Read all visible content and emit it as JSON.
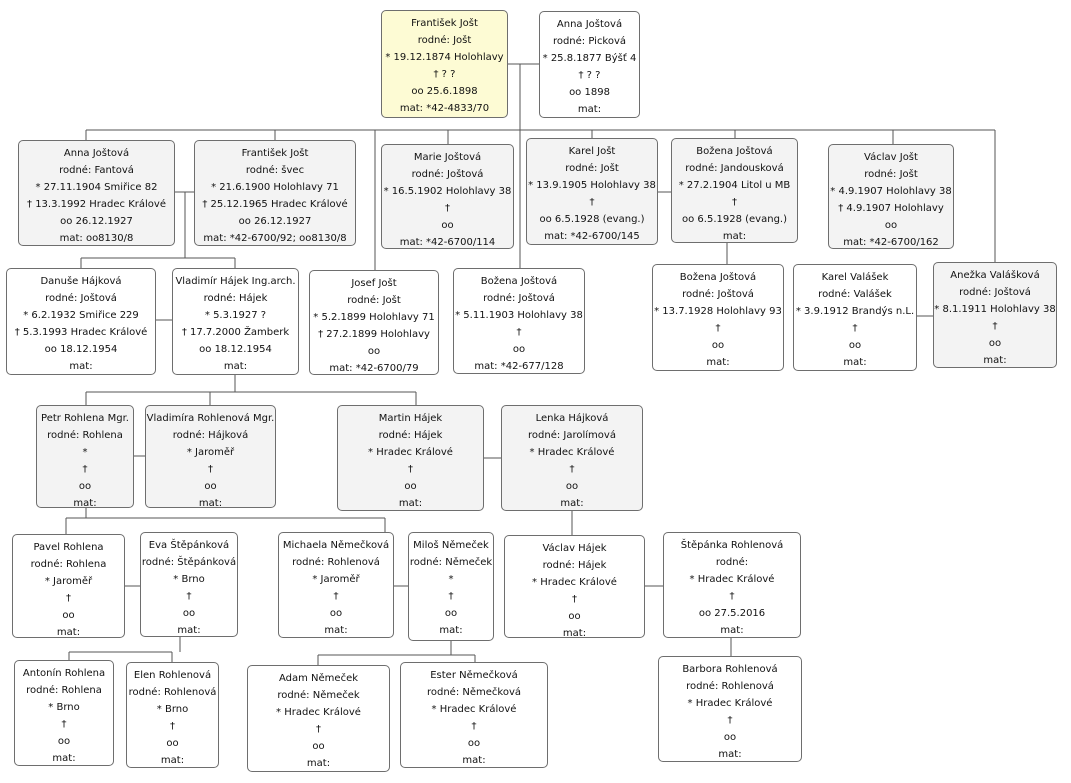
{
  "persons": [
    {
      "id": "frantisek-jost-1874",
      "bg": "yellow",
      "lines": [
        "František Jošt",
        "rodné: Jošt",
        "* 19.12.1874 Holohlavy",
        "† ? ?",
        "oo 25.6.1898",
        "mat: *42-4833/70"
      ]
    },
    {
      "id": "anna-jostova-1877",
      "bg": "white",
      "lines": [
        "Anna Joštová",
        "rodné: Picková",
        "* 25.8.1877 Býšť 4",
        "† ? ?",
        "oo 1898",
        "mat:"
      ]
    },
    {
      "id": "anna-jostova-1904",
      "bg": "gray",
      "lines": [
        "Anna Joštová",
        "rodné: Fantová",
        "* 27.11.1904 Smiřice 82",
        "† 13.3.1992 Hradec Králové",
        "oo 26.12.1927",
        "mat: oo8130/8"
      ]
    },
    {
      "id": "frantisek-jost-1900",
      "bg": "gray",
      "lines": [
        "František Jošt",
        "rodné: švec",
        "* 21.6.1900 Holohlavy 71",
        "† 25.12.1965 Hradec Králové",
        "oo 26.12.1927",
        "mat: *42-6700/92; oo8130/8"
      ]
    },
    {
      "id": "marie-jostova-1902",
      "bg": "gray",
      "lines": [
        "Marie Joštová",
        "rodné: Joštová",
        "* 16.5.1902 Holohlavy 38",
        "†",
        "oo",
        "mat: *42-6700/114"
      ]
    },
    {
      "id": "karel-jost-1905",
      "bg": "gray",
      "lines": [
        "Karel Jošt",
        "rodné: Jošt",
        "* 13.9.1905 Holohlavy 38",
        "†",
        "oo 6.5.1928 (evang.)",
        "mat: *42-6700/145"
      ]
    },
    {
      "id": "bozena-jostova-1904",
      "bg": "gray",
      "lines": [
        "Božena Joštová",
        "rodné: Jandousková",
        "* 27.2.1904 Litol u MB",
        "†",
        "oo 6.5.1928 (evang.)",
        "mat:"
      ]
    },
    {
      "id": "vaclav-jost-1907",
      "bg": "gray",
      "lines": [
        "Václav Jošt",
        "rodné: Jošt",
        "* 4.9.1907 Holohlavy 38",
        "† 4.9.1907 Holohlavy",
        "oo",
        "mat: *42-6700/162"
      ]
    },
    {
      "id": "danuse-hajkova-1932",
      "bg": "white",
      "lines": [
        "Danuše Hájková",
        "rodné: Joštová",
        "* 6.2.1932 Smiřice  229",
        "† 5.3.1993 Hradec Králové",
        "oo 18.12.1954",
        "mat:"
      ]
    },
    {
      "id": "vladimir-hajek-1927",
      "bg": "white",
      "lines": [
        "Vladimír  Hájek Ing.arch.",
        "rodné: Hájek",
        "* 5.3.1927 ?",
        "† 17.7.2000 Žamberk",
        "oo 18.12.1954",
        "mat:"
      ]
    },
    {
      "id": "josef-jost-1899",
      "bg": "white",
      "lines": [
        "Josef Jošt",
        "rodné: Jošt",
        "* 5.2.1899 Holohlavy 71",
        "† 27.2.1899 Holohlavy",
        "oo",
        "mat: *42-6700/79"
      ]
    },
    {
      "id": "bozena-jostova-1903",
      "bg": "white",
      "lines": [
        "Božena Joštová",
        "rodné: Joštová",
        "* 5.11.1903 Holohlavy 38",
        "†",
        "oo",
        "mat: *42-677/128"
      ]
    },
    {
      "id": "bozena-jostova-1928",
      "bg": "white",
      "lines": [
        "Božena Joštová",
        "rodné: Joštová",
        "* 13.7.1928 Holohlavy 93",
        "†",
        "oo",
        "mat:"
      ]
    },
    {
      "id": "karel-valasek-1912",
      "bg": "white",
      "lines": [
        "Karel Valášek",
        "rodné: Valášek",
        "* 3.9.1912 Brandýs n.L.",
        "†",
        "oo",
        "mat:"
      ]
    },
    {
      "id": "anezka-valaskova-1911",
      "bg": "gray",
      "lines": [
        "Anežka Valášková",
        "rodné: Joštová",
        "* 8.1.1911 Holohlavy 38",
        "†",
        "oo",
        "mat:"
      ]
    },
    {
      "id": "petr-rohlena",
      "bg": "gray",
      "lines": [
        "Petr Rohlena Mgr.",
        "rodné: Rohlena",
        "*",
        "†",
        "oo",
        "mat:"
      ]
    },
    {
      "id": "vladimira-rohlenova",
      "bg": "gray",
      "lines": [
        "Vladimíra Rohlenová Mgr.",
        "rodné: Hájková",
        "*          Jaroměř",
        "†",
        "oo",
        "mat:"
      ]
    },
    {
      "id": "martin-hajek",
      "bg": "gray",
      "lines": [
        "Martin Hájek",
        "rodné: Hájek",
        "*          Hradec Králové",
        "†",
        "oo",
        "mat:"
      ]
    },
    {
      "id": "lenka-hajkova",
      "bg": "gray",
      "lines": [
        "Lenka Hájková",
        "rodné: Jarolímová",
        "*          Hradec Králové",
        "†",
        "oo",
        "mat:"
      ]
    },
    {
      "id": "pavel-rohlena",
      "bg": "white",
      "lines": [
        "Pavel Rohlena",
        "rodné: Rohlena",
        "*          Jaroměř",
        "†",
        "oo",
        "mat:"
      ]
    },
    {
      "id": "eva-stepankova",
      "bg": "white",
      "lines": [
        "Eva Štěpánková",
        "rodné: Štěpánková",
        "*          Brno",
        "†",
        "oo",
        "mat:"
      ]
    },
    {
      "id": "michaela-nemeckova",
      "bg": "white",
      "lines": [
        "Michaela Němečková",
        "rodné: Rohlenová",
        "*          Jaroměř",
        "†",
        "oo",
        "mat:"
      ]
    },
    {
      "id": "milos-nemecek",
      "bg": "white",
      "lines": [
        "Miloš Němeček",
        "rodné: Němeček",
        "*",
        "†",
        "oo",
        "mat:"
      ]
    },
    {
      "id": "vaclav-hajek",
      "bg": "white",
      "lines": [
        "Václav Hájek",
        "rodné: Hájek",
        "*          Hradec Králové",
        "†",
        "oo",
        "mat:"
      ]
    },
    {
      "id": "stepanka-rohlenova",
      "bg": "white",
      "lines": [
        "Štěpánka Rohlenová",
        "rodné:",
        "*          Hradec Králové",
        "†",
        "oo 27.5.2016",
        "mat:"
      ]
    },
    {
      "id": "antonin-rohlena",
      "bg": "white",
      "lines": [
        "Antonín Rohlena",
        "rodné: Rohlena",
        "*          Brno",
        "†",
        "oo",
        "mat:"
      ]
    },
    {
      "id": "elen-rohlenova",
      "bg": "white",
      "lines": [
        "Elen Rohlenová",
        "rodné: Rohlenová",
        "*          Brno",
        "†",
        "oo",
        "mat:"
      ]
    },
    {
      "id": "adam-nemecek",
      "bg": "white",
      "lines": [
        "Adam Němeček",
        "rodné: Němeček",
        "*          Hradec Králové",
        "†",
        "oo",
        "mat:"
      ]
    },
    {
      "id": "ester-nemeckova",
      "bg": "white",
      "lines": [
        "Ester Němečková",
        "rodné: Němečková",
        "*          Hradec Králové",
        "†",
        "oo",
        "mat:"
      ]
    },
    {
      "id": "barbora-rohlenova",
      "bg": "white",
      "lines": [
        "Barbora Rohlenová",
        "rodné: Rohlenová",
        "*          Hradec Králové",
        "†",
        "oo",
        "mat:"
      ]
    }
  ]
}
